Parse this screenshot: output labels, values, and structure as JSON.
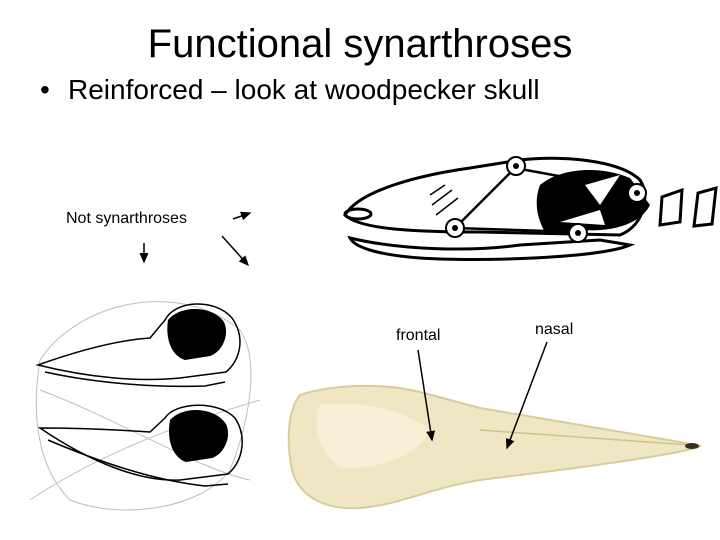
{
  "slide": {
    "title": "Functional synarthroses",
    "bullet_marker": "•",
    "bullet_text": "Reinforced – look at woodpecker skull"
  },
  "labels": {
    "not_synarthroses": "Not synarthroses",
    "frontal": "frontal",
    "nasal": "nasal"
  },
  "colors": {
    "bone": "#efe7c4",
    "bone_shadow": "#d8cc9a",
    "photo_background": "#ffffff",
    "sketch_line": "#9fb3bd",
    "ink": "#000000"
  }
}
